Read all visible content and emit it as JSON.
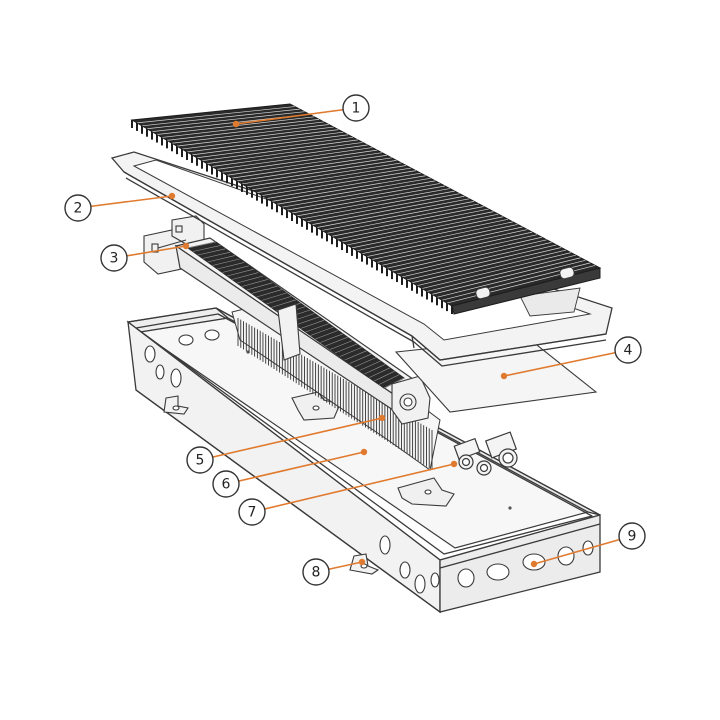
{
  "colors": {
    "leader": "#e07a2e",
    "outline": "#3a3a3a",
    "grille": "#2a2a2a",
    "fin": "#333333",
    "panel": "#f4f4f4"
  },
  "callouts": [
    {
      "number": "1"
    },
    {
      "number": "2"
    },
    {
      "number": "3"
    },
    {
      "number": "4"
    },
    {
      "number": "5"
    },
    {
      "number": "6"
    },
    {
      "number": "7"
    },
    {
      "number": "8"
    },
    {
      "number": "9"
    }
  ]
}
